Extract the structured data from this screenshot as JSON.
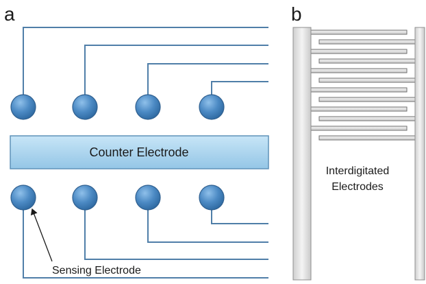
{
  "panel_a": {
    "label": "a",
    "counter_electrode_label": "Counter Electrode",
    "sensing_electrode_label": "Sensing Electrode",
    "top_electrode_count": 4,
    "bottom_electrode_count": 4
  },
  "panel_b": {
    "label": "b",
    "electrode_label_line1": "Interdigitated",
    "electrode_label_line2": "Electrodes",
    "finger_count": 12
  },
  "colors": {
    "wire": "#4f7ea8",
    "electrode_fill": "#4c8ac4",
    "electrode_stroke": "#2f5f8f",
    "counter_fill": "#a9d3ec",
    "counter_stroke": "#5e92b8",
    "rail_fill": "#e4e4e4",
    "rail_stroke": "#8f8f8f",
    "text": "#1a1a1a"
  }
}
